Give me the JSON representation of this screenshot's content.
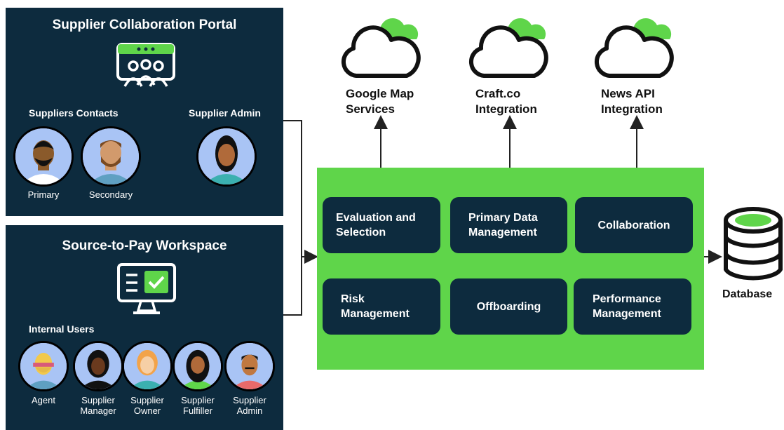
{
  "portal": {
    "title": "Supplier Collaboration Portal",
    "contacts_label": "Suppliers Contacts",
    "admin_label": "Supplier Admin",
    "people": [
      {
        "caption": "Primary"
      },
      {
        "caption": "Secondary"
      }
    ]
  },
  "workspace": {
    "title": "Source-to-Pay Workspace",
    "users_label": "Internal Users",
    "users": [
      {
        "caption": "Agent"
      },
      {
        "caption": "Supplier\nManager"
      },
      {
        "caption": "Supplier\nOwner"
      },
      {
        "caption": "Supplier\nFulfiller"
      },
      {
        "caption": "Supplier\nAdmin"
      }
    ]
  },
  "services": [
    {
      "label": "Google Map\nServices"
    },
    {
      "label": "Craft.co\nIntegration"
    },
    {
      "label": "News API\nIntegration"
    }
  ],
  "modules": [
    {
      "label": "Evaluation and\nSelection"
    },
    {
      "label": "Primary Data\nManagement"
    },
    {
      "label": "Collaboration"
    },
    {
      "label": "Risk\nManagement"
    },
    {
      "label": "Offboarding"
    },
    {
      "label": "Performance\nManagement"
    }
  ],
  "database": {
    "label": "Database"
  },
  "colors": {
    "navy": "#0d2b3e",
    "green": "#5fd54a",
    "avatar_bg": "#a9c4f5"
  },
  "icons": [
    "portal-browser-group-icon",
    "workspace-monitor-check-icon",
    "cloud-icon",
    "database-icon",
    "arrow-icon"
  ]
}
